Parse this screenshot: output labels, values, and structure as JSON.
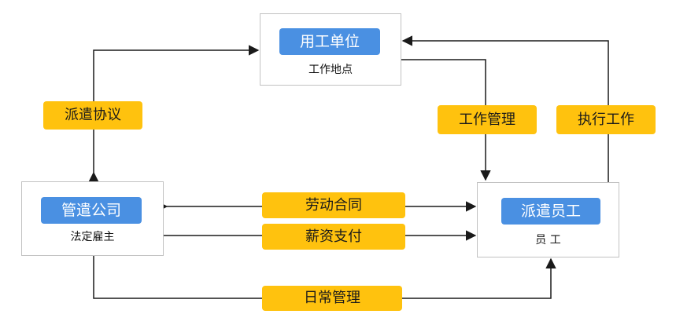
{
  "nodes": {
    "employer_unit": {
      "title": "用工单位",
      "subtitle": "工作地点"
    },
    "dispatch_company": {
      "title": "管遣公司",
      "subtitle": "法定雇主"
    },
    "dispatched_employee": {
      "title": "派遣员工",
      "subtitle": "员 工"
    }
  },
  "relations": {
    "dispatch_agreement": "派遣协议",
    "work_management": "工作管理",
    "execute_work": "执行工作",
    "labor_contract": "劳动合同",
    "salary_payment": "薪资支付",
    "daily_management": "日常管理"
  },
  "colors": {
    "node_title_bg": "#4a90e2",
    "tag_bg": "#ffc20e",
    "line": "#1a1a1a",
    "node_border": "#c2c2c2"
  }
}
